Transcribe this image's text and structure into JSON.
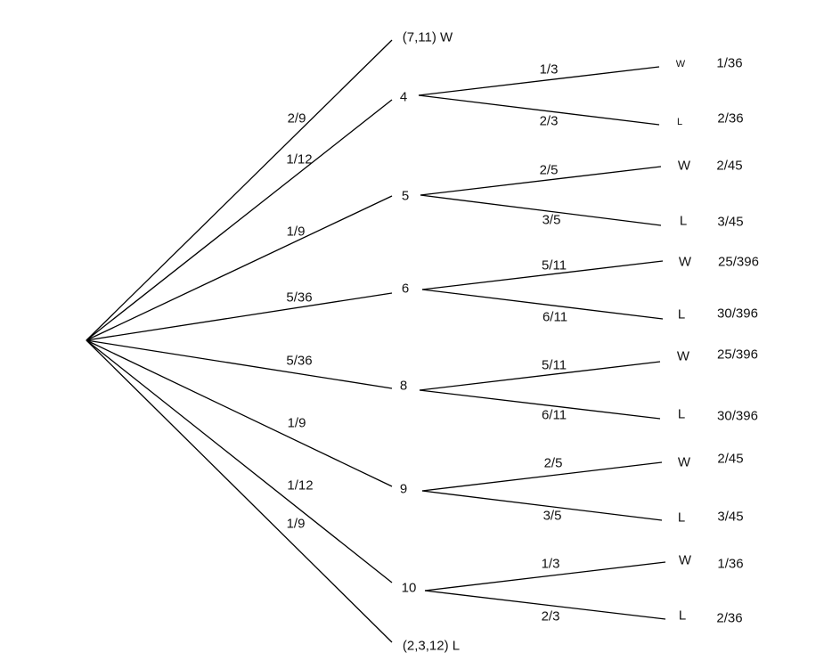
{
  "first_stage": [
    {
      "node": "(7,11) W",
      "prob": "2/9"
    },
    {
      "node": "4",
      "prob": "1/12"
    },
    {
      "node": "5",
      "prob": "1/9"
    },
    {
      "node": "6",
      "prob": "5/36"
    },
    {
      "node": "8",
      "prob": "5/36"
    },
    {
      "node": "9",
      "prob": "1/9"
    },
    {
      "node": "10",
      "prob": "1/12"
    },
    {
      "node": "(2,3,12) L",
      "prob": "1/9"
    }
  ],
  "second_stage": [
    {
      "point": "4",
      "win_prob": "1/3",
      "lose_prob": "2/3",
      "win_label": "W",
      "lose_label": "L",
      "win_result": "1/36",
      "lose_result": "2/36"
    },
    {
      "point": "5",
      "win_prob": "2/5",
      "lose_prob": "3/5",
      "win_label": "W",
      "lose_label": "L",
      "win_result": "2/45",
      "lose_result": "3/45"
    },
    {
      "point": "6",
      "win_prob": "5/11",
      "lose_prob": "6/11",
      "win_label": "W",
      "lose_label": "L",
      "win_result": "25/396",
      "lose_result": "30/396"
    },
    {
      "point": "8",
      "win_prob": "5/11",
      "lose_prob": "6/11",
      "win_label": "W",
      "lose_label": "L",
      "win_result": "25/396",
      "lose_result": "30/396"
    },
    {
      "point": "9",
      "win_prob": "2/5",
      "lose_prob": "3/5",
      "win_label": "W",
      "lose_label": "L",
      "win_result": "2/45",
      "lose_result": "3/45"
    },
    {
      "point": "10",
      "win_prob": "1/3",
      "lose_prob": "2/3",
      "win_label": "W",
      "lose_label": "L",
      "win_result": "1/36",
      "lose_result": "2/36"
    }
  ]
}
